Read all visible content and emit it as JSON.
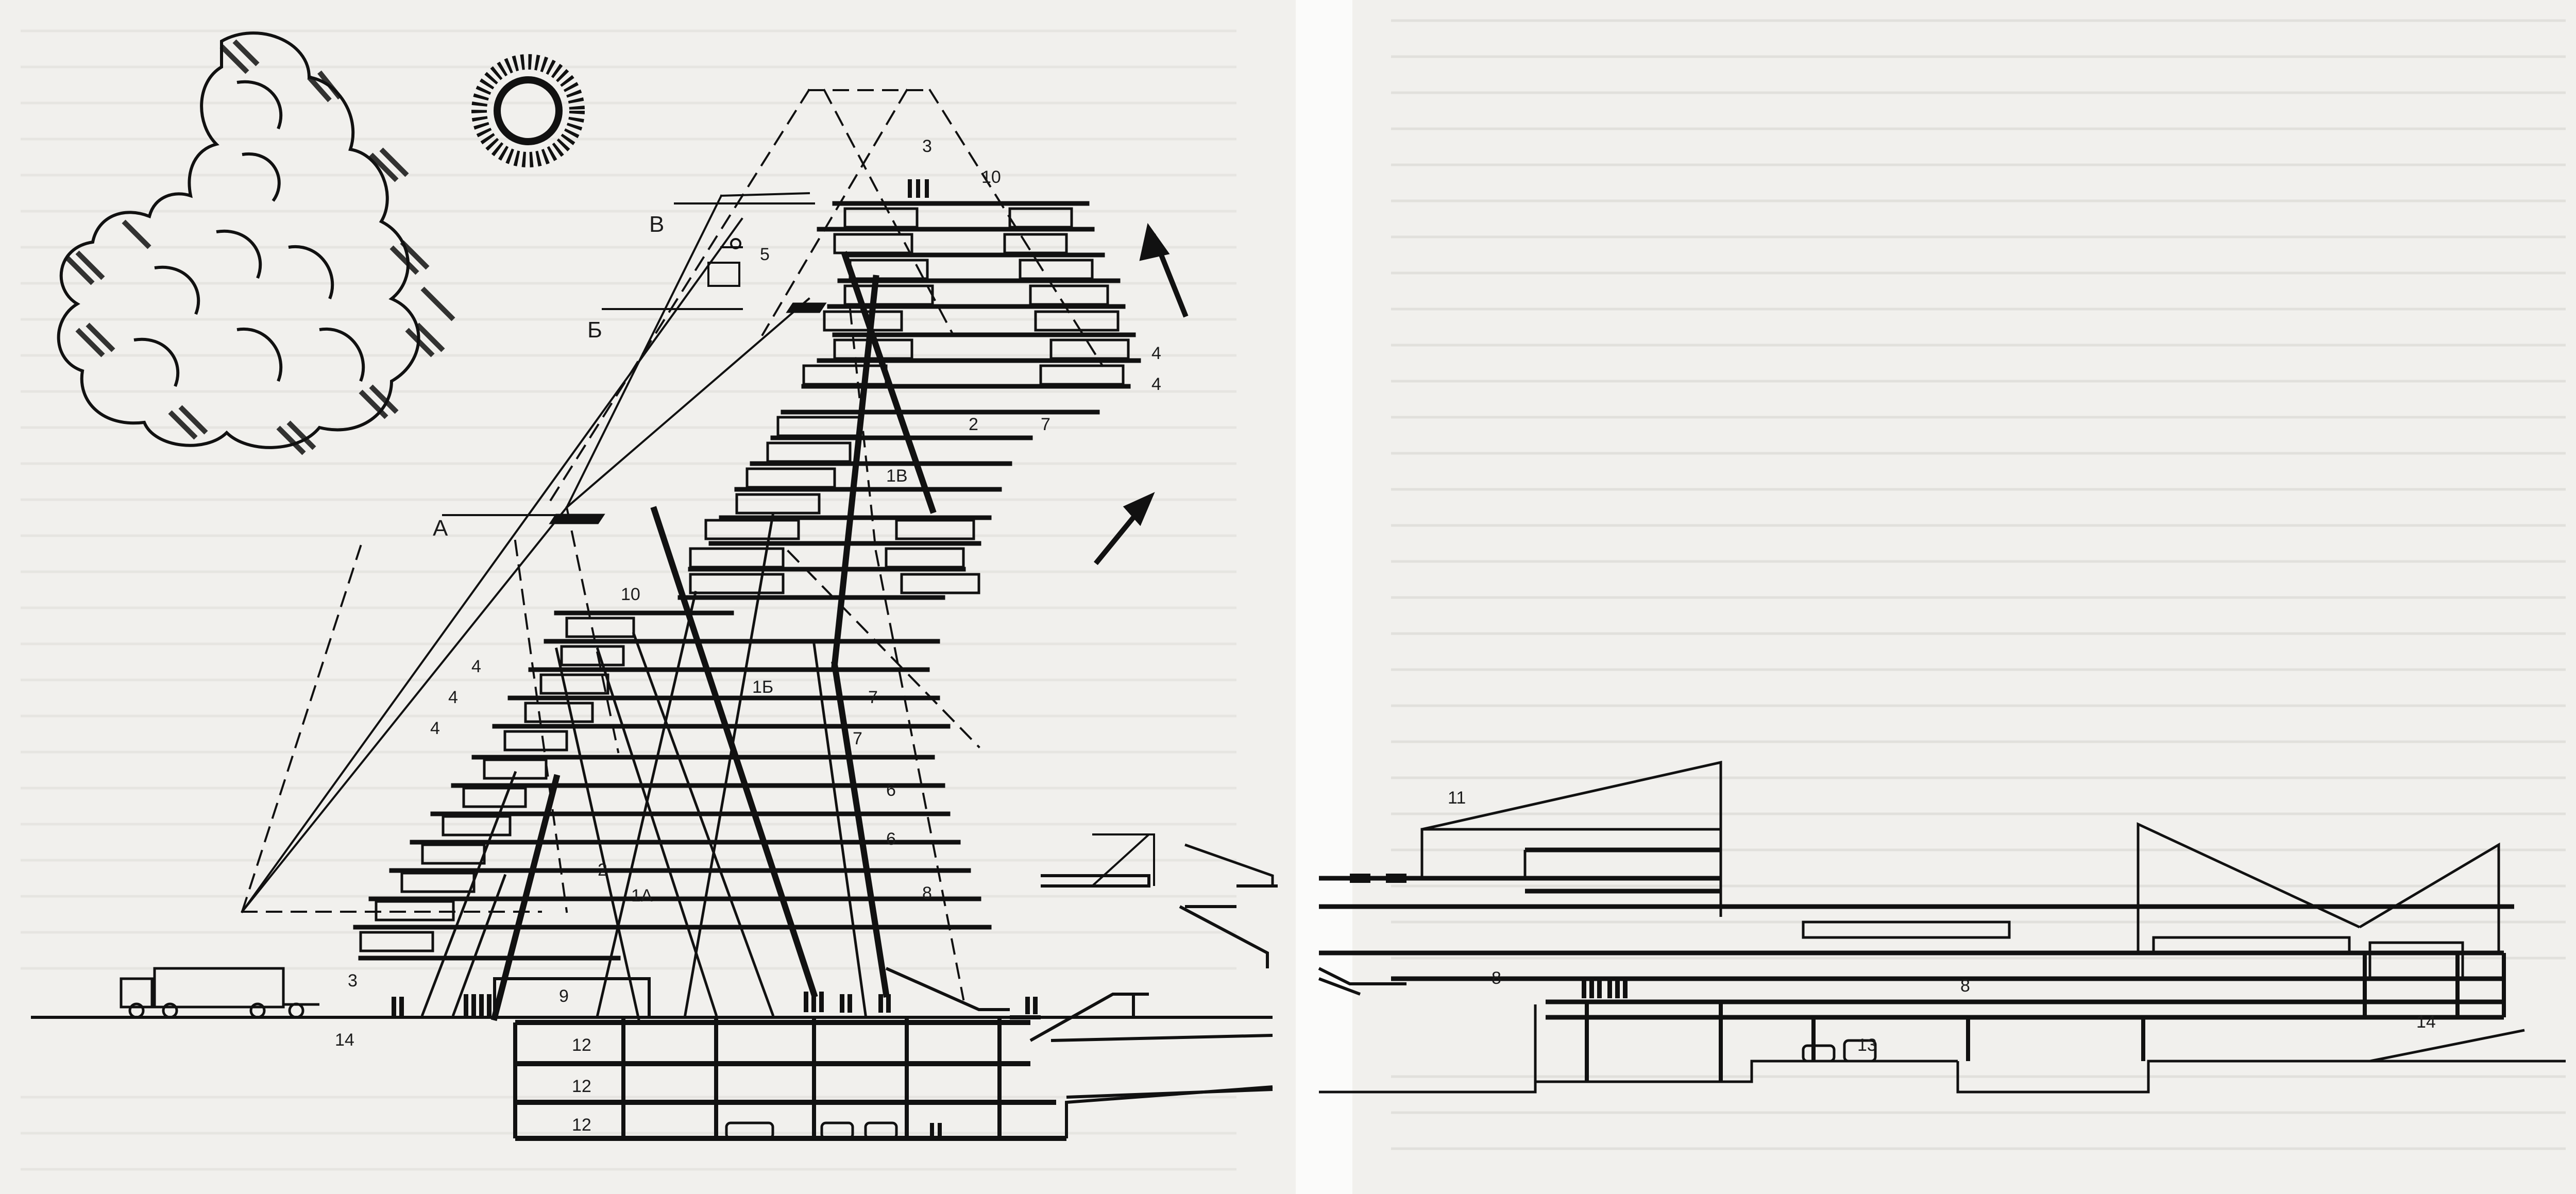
{
  "figure": {
    "labels": {
      "sec_A": "А",
      "sec_B": "Б",
      "sec_V": "В",
      "n1A": "1А",
      "n1B": "1Б",
      "n1V": "1В",
      "n2a": "2",
      "n2b": "2",
      "n3a": "3",
      "n3b": "3",
      "n4a": "4",
      "n4b": "4",
      "n4c": "4",
      "n4d": "4",
      "n4e": "4",
      "n5": "5",
      "n6a": "6",
      "n6b": "6",
      "n7a": "7",
      "n7b": "7",
      "n7c": "7",
      "n8a": "8",
      "n8b": "8",
      "n8c": "8",
      "n9": "9",
      "n10a": "10",
      "n10b": "10",
      "n11": "11",
      "n12a": "12",
      "n12b": "12",
      "n12c": "12",
      "n13": "13",
      "n14a": "14",
      "n14b": "14"
    }
  }
}
